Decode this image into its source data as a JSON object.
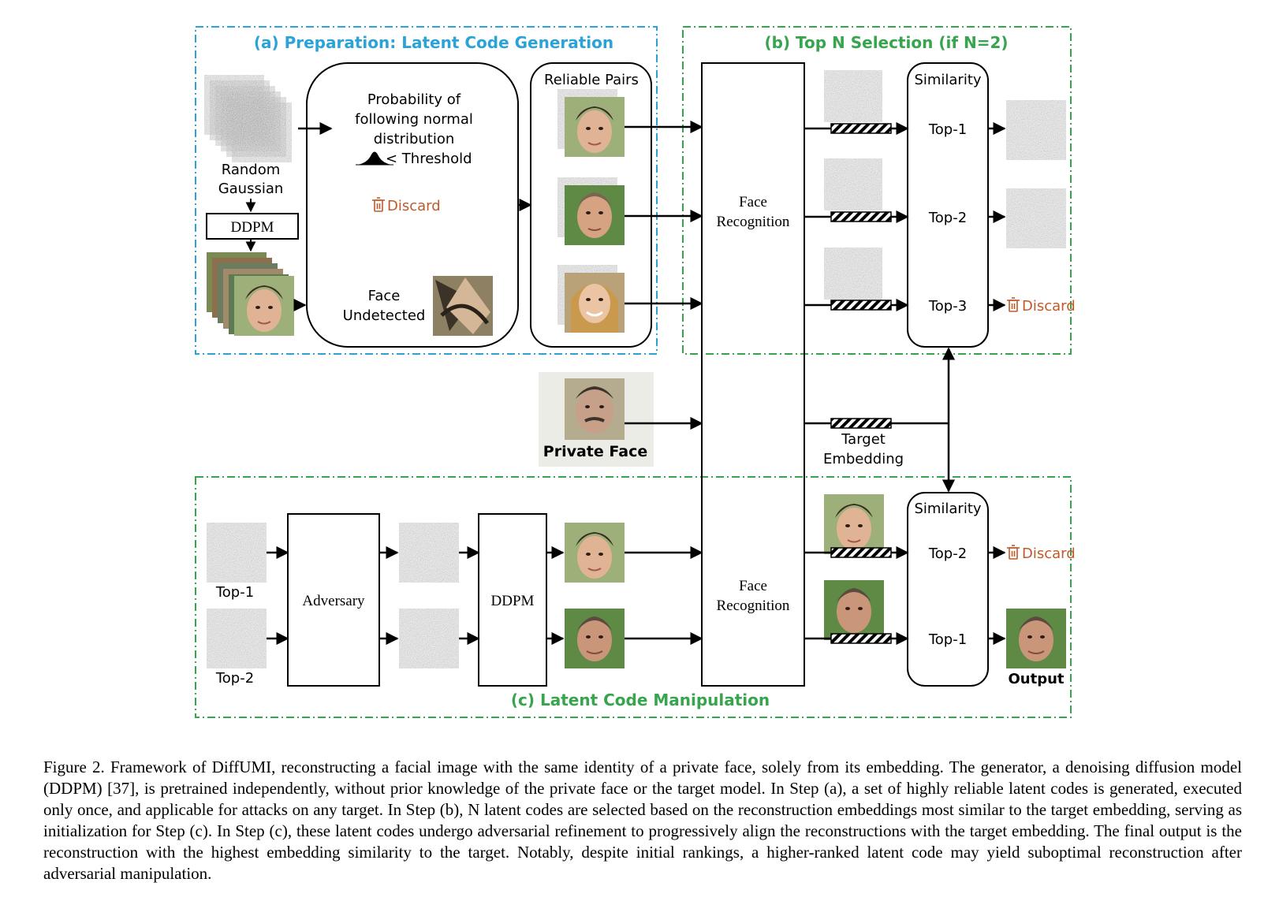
{
  "colors": {
    "section_a": "#2ba3d6",
    "section_b": "#37a54d",
    "section_c": "#37a54d",
    "discard": "#c05a2a",
    "line": "#000000"
  },
  "icons": [
    "noise-patch",
    "face-image",
    "trash-icon",
    "embedding-bar",
    "bell-curve-icon"
  ],
  "section_a": {
    "title": "(a) Preparation: Latent Code Generation",
    "random_gaussian": [
      "Random",
      "Gaussian"
    ],
    "ddpm": "DDPM",
    "probability": [
      "Probability of",
      "following normal",
      "distribution"
    ],
    "threshold": "< Threshold",
    "discard": "Discard",
    "face_undetected": [
      "Face",
      "Undetected"
    ],
    "reliable_pairs": "Reliable Pairs"
  },
  "section_b": {
    "title": "(b) Top N Selection (if N=2)",
    "face_recognition": [
      "Face",
      "Recognition"
    ],
    "similarity": "Similarity",
    "ranks": [
      "Top-1",
      "Top-2",
      "Top-3"
    ],
    "discard": "Discard"
  },
  "middle": {
    "private_face": "Private Face",
    "target_embedding": [
      "Target",
      "Embedding"
    ]
  },
  "section_c": {
    "title": "(c) Latent Code Manipulation",
    "inputs": [
      "Top-1",
      "Top-2"
    ],
    "adversary": "Adversary",
    "ddpm": "DDPM",
    "face_recognition": [
      "Face",
      "Recognition"
    ],
    "similarity": "Similarity",
    "ranks": [
      "Top-2",
      "Top-1"
    ],
    "discard": "Discard",
    "output": "Output"
  },
  "caption": "Figure 2. Framework of DiffUMI, reconstructing a facial image with the same identity of a private face, solely from its embedding. The generator, a denoising diffusion model (DDPM) [37], is pretrained independently, without prior knowledge of the private face or the target model. In Step (a), a set of highly reliable latent codes is generated, executed only once, and applicable for attacks on any target. In Step (b), N latent codes are selected based on the reconstruction embeddings most similar to the target embedding, serving as initialization for Step (c). In Step (c), these latent codes undergo adversarial refinement to progressively align the reconstructions with the target embedding. The final output is the reconstruction with the highest embedding similarity to the target. Notably, despite initial rankings, a higher-ranked latent code may yield suboptimal reconstruction after adversarial manipulation."
}
